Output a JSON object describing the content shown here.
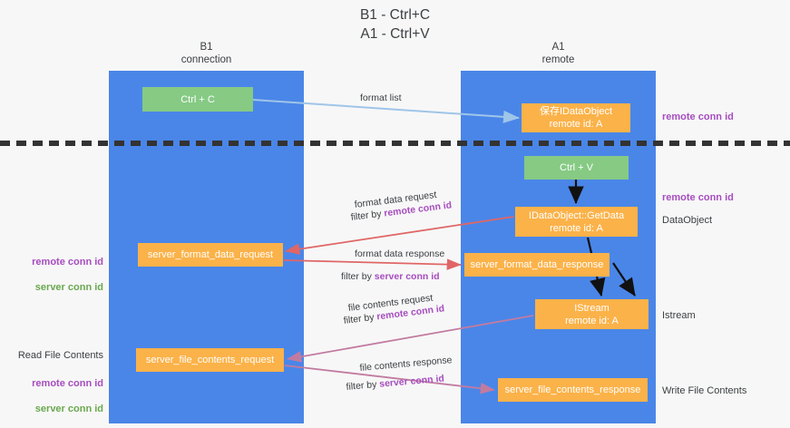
{
  "title": {
    "line1": "B1 - Ctrl+C",
    "line2": "A1 - Ctrl+V"
  },
  "lanes": [
    {
      "id": "b1",
      "name": "B1",
      "sub": "connection",
      "color": "#4a86e8"
    },
    {
      "id": "a1",
      "name": "A1",
      "sub": "remote",
      "color": "#4a86e8"
    }
  ],
  "colors": {
    "lane": "#4a86e8",
    "green_node": "#86ca84",
    "orange_node": "#fbb249",
    "purple_text": "#a64dbf",
    "green_text": "#6aa84f",
    "blue_arrow": "#9fc5e8",
    "red_arrow": "#e06666",
    "magenta_arrow": "#c27ba0",
    "black_arrow": "#000000",
    "divider": "#333333",
    "background": "#f7f7f7"
  },
  "nodes": {
    "ctrl_c": {
      "label": "Ctrl + C",
      "sub": "",
      "style": "green"
    },
    "idataobject": {
      "label": "保存IDataObject",
      "sub": "remote id: A",
      "style": "orange"
    },
    "ctrl_v": {
      "label": "Ctrl + V",
      "sub": "",
      "style": "green"
    },
    "getdata": {
      "label": "IDataObject::GetData",
      "sub": "remote id: A",
      "style": "orange"
    },
    "sfd_request": {
      "label": "server_format_data_request",
      "sub": "",
      "style": "orange"
    },
    "sfd_response": {
      "label": "server_format_data_response",
      "sub": "",
      "style": "orange"
    },
    "istream": {
      "label": "IStream",
      "sub": "remote id: A",
      "style": "orange"
    },
    "sfc_request": {
      "label": "server_file_contents_request",
      "sub": "",
      "style": "orange"
    },
    "sfc_response": {
      "label": "server_file_contents_response",
      "sub": "",
      "style": "orange"
    }
  },
  "edge_labels": {
    "format_list": "format list",
    "format_data_request": "format data request",
    "format_data_request_filter_prefix": "filter by ",
    "format_data_request_filter_key": "remote conn id",
    "format_data_response": "format data response",
    "format_data_response_filter_prefix": "filter by ",
    "format_data_response_filter_key": "server conn id",
    "file_contents_request": "file contents request",
    "file_contents_request_filter_prefix": "filter by ",
    "file_contents_request_filter_key": "remote conn id",
    "file_contents_response": "file contents response",
    "file_contents_response_filter_prefix": "filter by ",
    "file_contents_response_filter_key": "server conn id"
  },
  "annotations": {
    "right_remote_conn_id_top": "remote conn id",
    "right_remote_conn_id_mid": "remote conn id",
    "right_dataobject": "DataObject",
    "right_istream": "Istream",
    "right_write_file_contents": "Write File Contents",
    "left_remote_conn_id_mid": "remote conn id",
    "left_server_conn_id_mid": "server conn id",
    "left_read_file_contents": "Read File Contents",
    "left_remote_conn_id_bottom": "remote conn id",
    "left_server_conn_id_bottom": "server conn id"
  }
}
